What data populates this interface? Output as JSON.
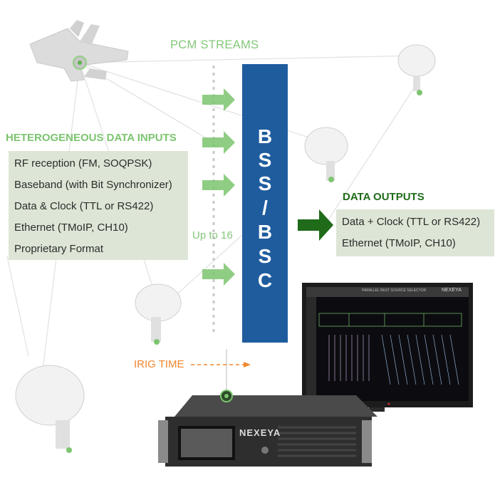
{
  "pcm_streams": "PCM STREAMS",
  "inputs": {
    "title": "HETEROGENEOUS DATA INPUTS",
    "items": [
      "RF reception (FM, SOQPSK)",
      "Baseband (with Bit Synchronizer)",
      "Data & Clock (TTL or RS422)",
      "Ethernet (TMoIP, CH10)",
      "Proprietary Format"
    ]
  },
  "center_block": {
    "lines": [
      "B",
      "S",
      "S",
      "/",
      "B",
      "S",
      "C"
    ]
  },
  "up_to": "Up to 16",
  "outputs": {
    "title": "DATA OUTPUTS",
    "items": [
      "Data + Clock (TTL or RS422)",
      "Ethernet (TMoIP, CH10)"
    ]
  },
  "irig": "IRIG TIME",
  "device": {
    "brand": "NEXEYA"
  },
  "monitor": {
    "brand": "NEXEYA",
    "app_title": "PARALLEL BEST SOURCE SELECTOR"
  },
  "colors": {
    "accent_green": "#7cc46f",
    "dark_green": "#1f6b1a",
    "block_blue": "#1f5c9e",
    "panel_bg": "#dde6d6",
    "irig_orange": "#f0872d"
  }
}
